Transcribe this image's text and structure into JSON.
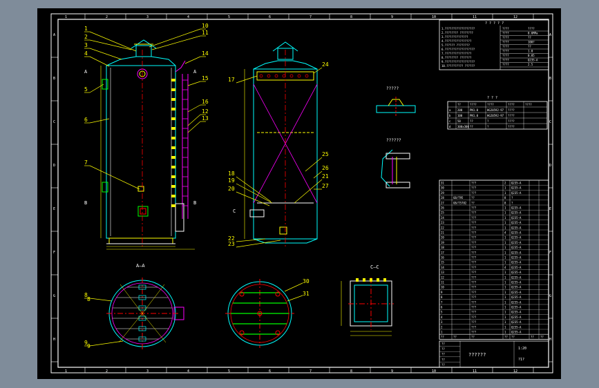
{
  "colors": {
    "background": "#7f8c9a",
    "sheet": "#000000",
    "frame": "#ffffff",
    "outline": "#00ffff",
    "label": "#ffff00",
    "center_line": "#ff0000",
    "diagonal": "#ff00ff",
    "accent": "#00ff00"
  },
  "drawing": {
    "title": "??????",
    "section_aa": "A—A",
    "section_cc": "C—C",
    "detail_a": "?????",
    "detail_b": "??????",
    "cut_a_left": "A",
    "cut_a_right": "A",
    "cut_b_left": "B",
    "cut_b_right": "B",
    "cut_c": "C",
    "front_callouts": [
      "1",
      "2",
      "3",
      "4",
      "5",
      "6",
      "7",
      "8",
      "9",
      "10",
      "11",
      "12",
      "13",
      "14",
      "15",
      "16"
    ],
    "section_callouts": [
      "17",
      "18",
      "19",
      "20",
      "21",
      "22",
      "23",
      "24",
      "25",
      "26",
      "27"
    ],
    "plan_callouts": [
      "30",
      "31"
    ],
    "border_numbers": [
      "1",
      "2",
      "3",
      "4",
      "5",
      "6",
      "7",
      "8",
      "9",
      "10",
      "11",
      "12"
    ],
    "border_letters": [
      "A",
      "B",
      "C",
      "D",
      "E",
      "F",
      "G",
      "H"
    ]
  },
  "notes": {
    "heading": "? ? ? ? ?",
    "lines": [
      "1.??????????????????",
      "2.???????? ????????",
      "3.??????????????",
      "4.????????????????",
      "5.?????? ????????",
      "6.??????????????????",
      "7.????????????????",
      "8.???????? ???????",
      "9.??????????????????",
      "10.?????????? ??????"
    ]
  },
  "spec_table": {
    "rows": [
      [
        "????",
        "????"
      ],
      [
        "????",
        "0.6MPa"
      ],
      [
        "????",
        "??"
      ],
      [
        "????",
        "100?"
      ],
      [
        "????",
        "??"
      ],
      [
        "????",
        "1.0"
      ],
      [
        "????",
        "0.85"
      ],
      [
        "????",
        "Q235-A"
      ],
      [
        "????",
        "2.5"
      ]
    ]
  },
  "nozzle_table": {
    "title": "? ? ?",
    "headers": [
      "??",
      "????",
      "????",
      "????",
      "????"
    ],
    "rows": [
      [
        "a",
        "200",
        "PN1.0",
        "HG20592-97",
        "????"
      ],
      [
        "b",
        "100",
        "PN1.0",
        "HG20592-97",
        "????"
      ],
      [
        "c",
        "50",
        "??",
        "?",
        "????"
      ],
      [
        "d",
        "300x300",
        "??",
        "?",
        "????"
      ]
    ]
  },
  "parts_table": {
    "rows": [
      [
        "31",
        "",
        "???",
        "2",
        "Q235-A",
        "",
        ""
      ],
      [
        "30",
        "",
        "???",
        "1",
        "Q235-A",
        "",
        ""
      ],
      [
        "29",
        "",
        "???",
        "1",
        "Q235-A",
        "",
        ""
      ],
      [
        "28",
        "GB/T95",
        "??",
        "8",
        "?",
        "",
        ""
      ],
      [
        "27",
        "GB/T5782",
        "??",
        "8",
        "?",
        "",
        ""
      ],
      [
        "26",
        "",
        "???",
        "1",
        "Q235-A",
        "",
        ""
      ],
      [
        "25",
        "",
        "???",
        "1",
        "Q235-A",
        "",
        ""
      ],
      [
        "24",
        "",
        "???",
        "1",
        "Q235-A",
        "",
        ""
      ],
      [
        "23",
        "",
        "???",
        "1",
        "Q235-A",
        "",
        ""
      ],
      [
        "22",
        "",
        "???",
        "1",
        "Q235-A",
        "",
        ""
      ],
      [
        "21",
        "",
        "???",
        "4",
        "Q235-A",
        "",
        ""
      ],
      [
        "20",
        "",
        "???",
        "1",
        "Q235-A",
        "",
        ""
      ],
      [
        "19",
        "",
        "???",
        "1",
        "Q235-A",
        "",
        ""
      ],
      [
        "18",
        "",
        "???",
        "1",
        "Q235-A",
        "",
        ""
      ],
      [
        "17",
        "",
        "???",
        "1",
        "Q235-A",
        "",
        ""
      ],
      [
        "16",
        "",
        "???",
        "1",
        "Q235-A",
        "",
        ""
      ],
      [
        "15",
        "",
        "???",
        "1",
        "Q235-A",
        "",
        ""
      ],
      [
        "14",
        "",
        "???",
        "4",
        "Q235-A",
        "",
        ""
      ],
      [
        "13",
        "",
        "???",
        "1",
        "Q235-A",
        "",
        ""
      ],
      [
        "12",
        "",
        "???",
        "1",
        "Q235-A",
        "",
        ""
      ],
      [
        "11",
        "",
        "???",
        "1",
        "Q235-A",
        "",
        ""
      ],
      [
        "10",
        "",
        "???",
        "1",
        "Q235-A",
        "",
        ""
      ],
      [
        "9",
        "",
        "???",
        "1",
        "Q235-A",
        "",
        ""
      ],
      [
        "8",
        "",
        "???",
        "1",
        "Q235-A",
        "",
        ""
      ],
      [
        "7",
        "",
        "???",
        "1",
        "Q235-A",
        "",
        ""
      ],
      [
        "6",
        "",
        "???",
        "1",
        "Q235-A",
        "",
        ""
      ],
      [
        "5",
        "",
        "???",
        "1",
        "Q235-A",
        "",
        ""
      ],
      [
        "4",
        "",
        "???",
        "1",
        "Q235-A",
        "",
        ""
      ],
      [
        "3",
        "",
        "???",
        "1",
        "Q235-A",
        "",
        ""
      ],
      [
        "2",
        "",
        "???",
        "1",
        "Q235-A",
        "",
        ""
      ],
      [
        "1",
        "",
        "???",
        "1",
        "Q235-A",
        "",
        ""
      ]
    ],
    "header": [
      "??",
      "??",
      "??",
      "??",
      "??",
      "??",
      "??"
    ]
  },
  "title_block": {
    "drawing_name": "??????",
    "scale_label": "1:20",
    "sheet_label": "?1?",
    "rows": [
      "??",
      "??",
      "??",
      "??",
      "??"
    ]
  }
}
